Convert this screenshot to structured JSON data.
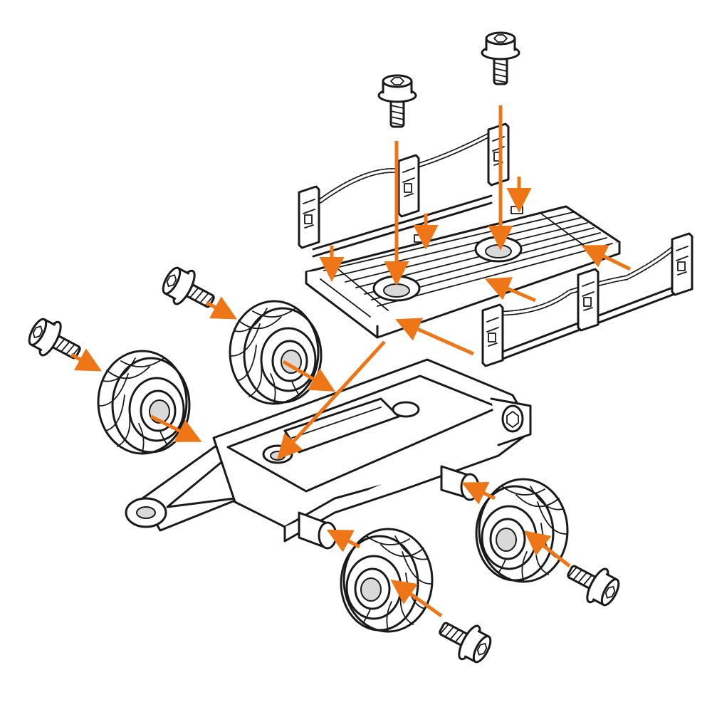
{
  "colors": {
    "arrow": "#ee7617",
    "line": "#1a1a1a",
    "part_fill": "#ffffff",
    "shade": "#d9d9d9",
    "background": "#ffffff"
  },
  "icons": [
    "screw-icon",
    "wheel-icon",
    "arrow-icon"
  ],
  "parts": [
    "trailer-bed",
    "side-rail",
    "trailer-chassis",
    "wheel",
    "screw"
  ]
}
